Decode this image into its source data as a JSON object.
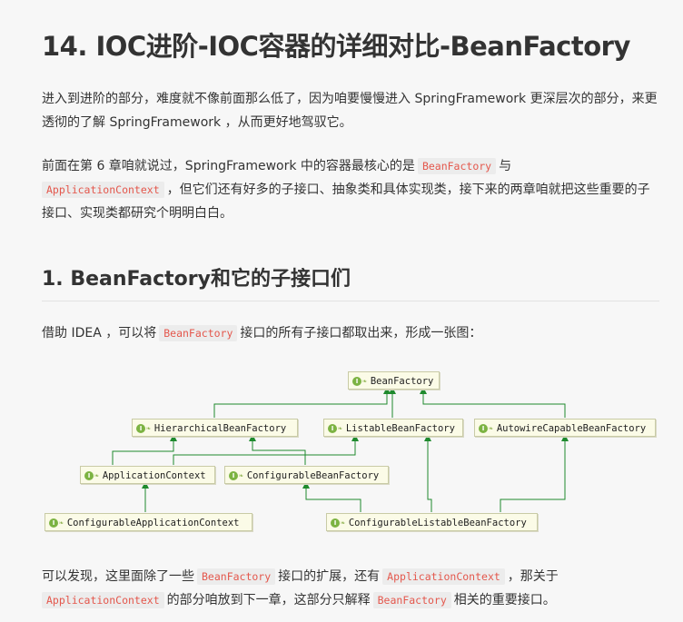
{
  "title": "14. IOC进阶-IOC容器的详细对比-BeanFactory",
  "intro": "进入到进阶的部分，难度就不像前面那么低了，因为咱要慢慢进入 SpringFramework 更深层次的部分，来更透彻的了解 SpringFramework ，从而更好地驾驭它。",
  "para2": {
    "t1": "前面在第 6 章咱就说过，SpringFramework 中的容器最核心的是",
    "c1": "BeanFactory",
    "t2": "与",
    "c2": "ApplicationContext",
    "t3": "，但它们还有好多的子接口、抽象类和具体实现类，接下来的两章咱就把这些重要的子接口、实现类都研究个明明白白。"
  },
  "section1": {
    "heading": "1. BeanFactory和它的子接口们",
    "lead": {
      "t1": "借助 IDEA ，可以将",
      "c1": "BeanFactory",
      "t2": "接口的所有子接口都取出来，形成一张图："
    }
  },
  "diagram": {
    "icon": "interface-icon",
    "nodes": {
      "beanfactory": "BeanFactory",
      "hierarchical": "HierarchicalBeanFactory",
      "listable": "ListableBeanFactory",
      "autowire": "AutowireCapableBeanFactory",
      "appcontext": "ApplicationContext",
      "configurable": "ConfigurableBeanFactory",
      "configappcontext": "ConfigurableApplicationContext",
      "configlistable": "ConfigurableListableBeanFactory"
    },
    "line_color": "#1f8a2e"
  },
  "closing": {
    "t1": "可以发现，这里面除了一些",
    "c1": "BeanFactory",
    "t2": "接口的扩展，还有",
    "c2": "ApplicationContext",
    "t3": "，那关于",
    "c3": "ApplicationContext",
    "t4": "的部分咱放到下一章，这部分只解释",
    "c4": "BeanFactory",
    "t5": "相关的重要接口。"
  }
}
